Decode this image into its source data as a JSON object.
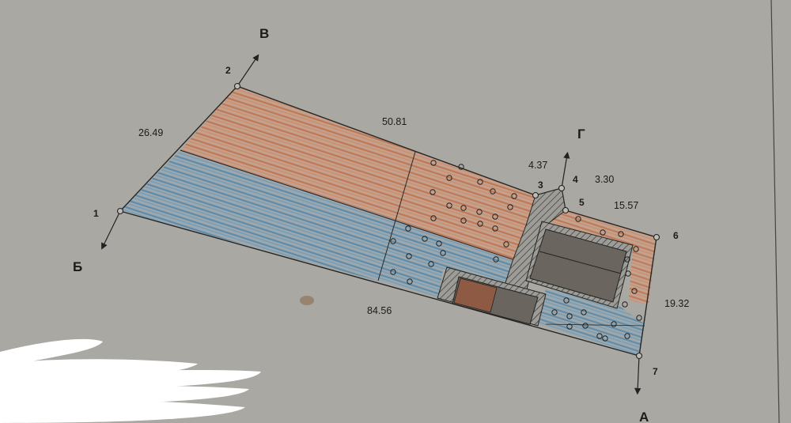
{
  "plot": {
    "directions": [
      {
        "id": "v",
        "label": "В"
      },
      {
        "id": "b",
        "label": "Б"
      },
      {
        "id": "g",
        "label": "Г"
      },
      {
        "id": "a",
        "label": "А"
      }
    ],
    "points": [
      {
        "id": "p1",
        "label": "1"
      },
      {
        "id": "p2",
        "label": "2"
      },
      {
        "id": "p3",
        "label": "3"
      },
      {
        "id": "p4",
        "label": "4"
      },
      {
        "id": "p5",
        "label": "5"
      },
      {
        "id": "p6",
        "label": "6"
      },
      {
        "id": "p7",
        "label": "7"
      }
    ],
    "dimensions": [
      {
        "id": "side-1-2",
        "value": "26.49"
      },
      {
        "id": "side-2-3",
        "value": "50.81"
      },
      {
        "id": "side-3-4",
        "value": "4.37"
      },
      {
        "id": "side-4-5",
        "value": "3.30"
      },
      {
        "id": "side-5-6",
        "value": "15.57"
      },
      {
        "id": "side-6-7",
        "value": "19.32"
      },
      {
        "id": "side-7-1",
        "value": "84.56"
      }
    ],
    "colors": {
      "paper": "#a9a8a2",
      "orange_hatch": "#c97e56",
      "blue_hatch": "#5f8fb1",
      "building_fill": "#6a655f",
      "building_inner_orange": "#8e5a44",
      "line": "#262626"
    }
  }
}
